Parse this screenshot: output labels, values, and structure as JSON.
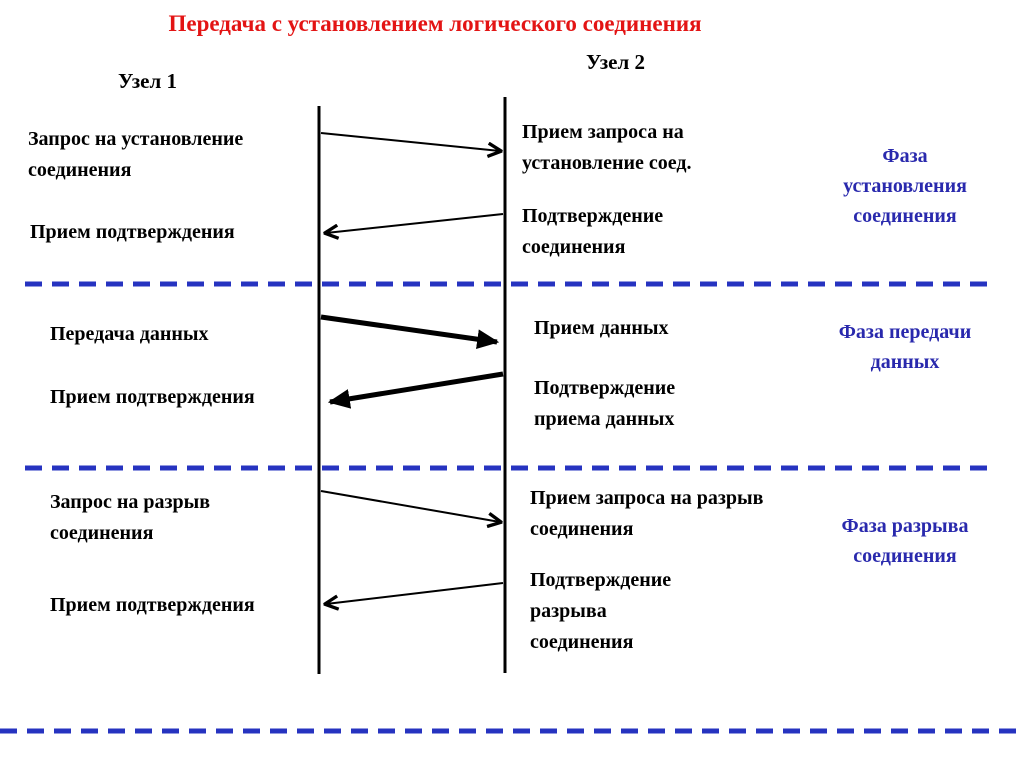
{
  "title": "Передача с установлением логического соединения",
  "node1_label": "Узел 1",
  "node2_label": "Узел 2",
  "left_labels": [
    "Запрос на установление соединения",
    "Прием подтверждения",
    "Передача данных",
    "Прием подтверждения",
    "Запрос на разрыв соединения",
    "Прием подтверждения"
  ],
  "right_labels": [
    "Прием запроса на установление соед.",
    "Подтверждение соединения",
    "Прием данных",
    "Подтверждение приема данных",
    "Прием запроса на разрыв соединения",
    "Подтверждение разрыва соединения"
  ],
  "phase_labels": [
    "Фаза установления соединения",
    "Фаза передачи данных",
    "Фаза разрыва соединения"
  ],
  "colors": {
    "title_color": "#e31414",
    "phase_text_color": "#2929ad",
    "divider_color": "#2633c0",
    "line_color": "#000000",
    "background_color": "#ffffff"
  }
}
